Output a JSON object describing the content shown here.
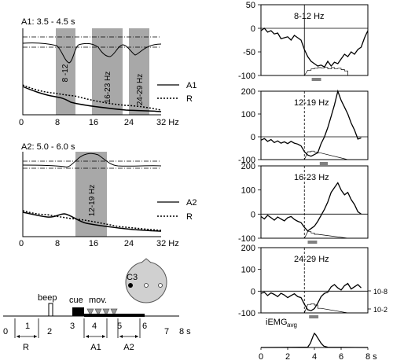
{
  "colors": {
    "band": "#a8a8a8",
    "line": "#000000",
    "marker": "#808080"
  },
  "spectra": {
    "a1": {
      "title": "A1: 3.5 - 4.5 s",
      "x_ticks": [
        "0",
        "8",
        "16",
        "24",
        "32 Hz"
      ],
      "bands": [
        {
          "label": "8 -12",
          "from": 8,
          "to": 12
        },
        {
          "label": "16-23 Hz",
          "from": 16,
          "to": 23
        },
        {
          "label": "24-29 Hz",
          "from": 24,
          "to": 29
        }
      ],
      "legend": [
        {
          "label": "A1",
          "style": "solid"
        },
        {
          "label": "R",
          "style": "dotted"
        }
      ]
    },
    "a2": {
      "title": "A2: 5.0 - 6.0 s",
      "x_ticks": [
        "0",
        "8",
        "16",
        "24",
        "32 Hz"
      ],
      "bands": [
        {
          "label": "12-19 Hz",
          "from": 12,
          "to": 19
        }
      ],
      "legend": [
        {
          "label": "A2",
          "style": "solid"
        },
        {
          "label": "R",
          "style": "dotted"
        }
      ]
    }
  },
  "head": {
    "electrode": "C3"
  },
  "timeline": {
    "labels": {
      "beep": "beep",
      "cue": "cue",
      "mov": "mov."
    },
    "ticks": [
      "0",
      "1",
      "2",
      "3",
      "4",
      "5",
      "6",
      "7",
      "8 s"
    ],
    "segments": [
      "R",
      "A1",
      "A2"
    ]
  },
  "chart_data": [
    {
      "type": "line",
      "title": "8-12 Hz",
      "x": [
        0,
        0.25,
        0.5,
        0.75,
        1,
        1.25,
        1.5,
        1.75,
        2,
        2.25,
        2.5,
        2.75,
        3,
        3.25,
        3.5,
        3.75,
        4,
        4.25,
        4.5,
        4.75,
        5,
        5.25,
        5.5,
        5.75,
        6,
        6.25,
        6.5,
        6.75,
        7,
        7.25,
        7.5,
        7.75,
        8
      ],
      "y": [
        -5,
        0,
        -8,
        -5,
        -12,
        -10,
        -22,
        -20,
        -18,
        -25,
        -15,
        -20,
        -25,
        -45,
        -60,
        -70,
        -75,
        -80,
        -78,
        -82,
        -70,
        -80,
        -72,
        -75,
        -65,
        -55,
        -60,
        -50,
        -55,
        -45,
        -40,
        -20,
        -5
      ],
      "ylim": [
        -100,
        50
      ],
      "yticks": [
        -100,
        -50,
        0,
        50
      ],
      "xlim": [
        0,
        8
      ],
      "event_line": 3.25,
      "bar": [
        3.8,
        4.5
      ]
    },
    {
      "type": "line",
      "title": "12-19 Hz",
      "x": [
        0,
        0.25,
        0.5,
        0.75,
        1,
        1.25,
        1.5,
        1.75,
        2,
        2.25,
        2.5,
        2.75,
        3,
        3.25,
        3.5,
        3.75,
        4,
        4.25,
        4.5,
        4.75,
        5,
        5.25,
        5.5,
        5.75,
        6,
        6.25,
        6.5,
        6.75,
        7,
        7.25,
        7.5
      ],
      "y": [
        -15,
        -8,
        -20,
        -12,
        -25,
        -18,
        -28,
        -22,
        -30,
        -20,
        -28,
        -32,
        -40,
        -65,
        -80,
        -85,
        -78,
        -70,
        -30,
        0,
        40,
        90,
        140,
        200,
        160,
        130,
        100,
        60,
        30,
        -10,
        -5
      ],
      "ylim": [
        -100,
        200
      ],
      "yticks": [
        -100,
        0,
        100,
        200
      ],
      "xlim": [
        0,
        8
      ],
      "event_line": 3.25,
      "bar": [
        4.4,
        5.0
      ]
    },
    {
      "type": "line",
      "title": "16-23 Hz",
      "x": [
        0,
        0.25,
        0.5,
        0.75,
        1,
        1.25,
        1.5,
        1.75,
        2,
        2.25,
        2.5,
        2.75,
        3,
        3.25,
        3.5,
        3.75,
        4,
        4.25,
        4.5,
        4.75,
        5,
        5.25,
        5.5,
        5.75,
        6,
        6.25,
        6.5,
        6.75,
        7,
        7.25,
        7.5
      ],
      "y": [
        -10,
        -20,
        -5,
        -15,
        -25,
        -12,
        -20,
        -28,
        -15,
        -10,
        -22,
        -30,
        -35,
        -55,
        -70,
        -60,
        -50,
        -30,
        -5,
        20,
        50,
        90,
        110,
        130,
        100,
        80,
        90,
        60,
        40,
        10,
        0
      ],
      "ylim": [
        -100,
        200
      ],
      "yticks": [
        -100,
        0,
        100,
        200
      ],
      "xlim": [
        0,
        8
      ],
      "event_line": 3.25,
      "bar": [
        3.5,
        4.2
      ]
    },
    {
      "type": "line",
      "title": "24-29 Hz",
      "x": [
        0,
        0.25,
        0.5,
        0.75,
        1,
        1.25,
        1.5,
        1.75,
        2,
        2.25,
        2.5,
        2.75,
        3,
        3.25,
        3.5,
        3.75,
        4,
        4.25,
        4.5,
        4.75,
        5,
        5.25,
        5.5,
        5.75,
        6,
        6.25,
        6.5,
        6.75,
        7,
        7.25,
        7.5
      ],
      "y": [
        -10,
        -5,
        -20,
        -8,
        -15,
        -25,
        -10,
        -18,
        -30,
        -20,
        -12,
        -25,
        -30,
        -60,
        -85,
        -90,
        -80,
        -55,
        -25,
        -10,
        -5,
        20,
        30,
        15,
        5,
        25,
        35,
        10,
        20,
        30,
        15
      ],
      "ylim": [
        -100,
        200
      ],
      "yticks": [
        -100,
        0,
        100,
        200
      ],
      "xlim": [
        0,
        8
      ],
      "event_line": 3.25,
      "bar": [
        3.6,
        4.3
      ],
      "right_ticks": [
        "10-8",
        "10-2"
      ]
    },
    {
      "type": "area",
      "title": "iEMG",
      "title_sub": "avg",
      "x": [
        0,
        3.5,
        3.7,
        3.9,
        4.0,
        4.1,
        4.3,
        4.5,
        4.7,
        5.0,
        8
      ],
      "y": [
        0,
        0.02,
        0.3,
        0.8,
        1.0,
        0.9,
        0.6,
        0.3,
        0.1,
        0.02,
        0
      ],
      "xlim": [
        0,
        8
      ],
      "xticks": [
        "0",
        "2",
        "4",
        "6",
        "8 s"
      ]
    }
  ]
}
